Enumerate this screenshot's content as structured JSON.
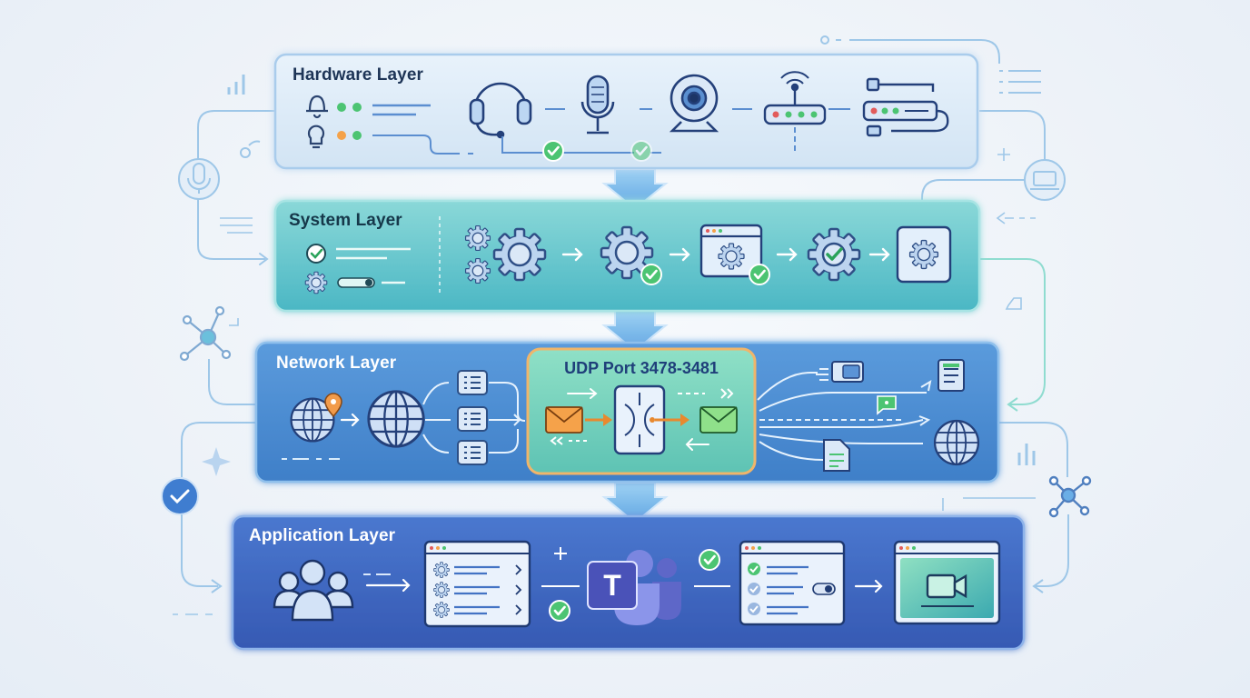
{
  "diagram": {
    "layers": [
      {
        "id": "hardware",
        "title": "Hardware Layer"
      },
      {
        "id": "system",
        "title": "System Layer"
      },
      {
        "id": "network",
        "title": "Network Layer"
      },
      {
        "id": "application",
        "title": "Application Layer"
      }
    ],
    "network_highlight": {
      "title": "UDP Port 3478-3481"
    },
    "app_logo_letter": "T"
  },
  "colors": {
    "hardware_fill": "#dceaf7",
    "system_fill": "#5fc4c9",
    "network_fill": "#4f8fd3",
    "application_fill": "#3f69c2",
    "udp_box_fill": "#72d3b8",
    "udp_box_border": "#f0b56a",
    "check_green": "#4cc472",
    "flow_arrow": "#6aa8e6"
  },
  "icons": [
    "headset-icon",
    "microphone-icon",
    "webcam-icon",
    "router-icon",
    "network-card-icon",
    "bell-icon",
    "lightbulb-icon",
    "gear-icon",
    "browser-window-icon",
    "globe-icon",
    "location-pin-icon",
    "envelope-icon",
    "firewall-icon",
    "document-icon",
    "users-icon",
    "teams-logo-icon",
    "video-camera-icon",
    "checkmark-icon",
    "network-node-icon",
    "laptop-icon"
  ]
}
